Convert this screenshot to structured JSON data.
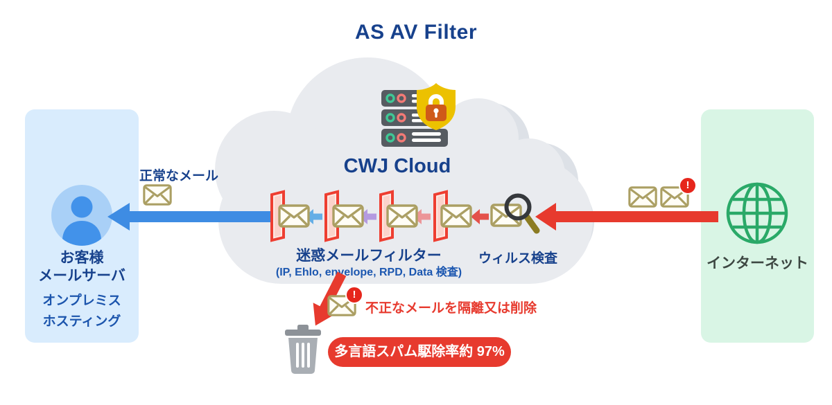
{
  "title": "AS AV Filter",
  "cloud": {
    "label": "CWJ Cloud"
  },
  "customer": {
    "name_line1": "お客様",
    "name_line2": "メールサーバ",
    "sub_line1": "オンプレミス",
    "sub_line2": "ホスティング"
  },
  "internet": {
    "label": "インターネット"
  },
  "flow": {
    "clean_mail": "正常なメール",
    "filter_title": "迷惑メールフィルター",
    "filter_detail": "(IP, Ehlo, envelope, RPD, Data 検査)",
    "virus_check": "ウィルス検査",
    "quarantine": "不正なメールを隔離又は削除",
    "spam_badge": "多言語スパム駆除率約 97%",
    "alert": "!"
  },
  "icons": {
    "server": "server-stack-icon",
    "shield": "shield-lock-icon",
    "person": "person-icon",
    "globe": "globe-icon",
    "envelope": "envelope-icon",
    "magnifier": "magnifier-icon",
    "trash": "trash-icon",
    "alert": "alert-exclamation-icon"
  },
  "colors": {
    "navy_text": "#17418c",
    "blue_text": "#1c55ad",
    "blue_arrow": "#3e8ce3",
    "red": "#e73a2e",
    "envelope_tan": "#ab9f63",
    "cloud_gray": "#e9ebef",
    "customer_box": "#d9ecfd",
    "internet_box": "#d9f5e5",
    "shield_yellow": "#ecc100",
    "lock_orange": "#cf5a19",
    "globe_green": "#2aa968",
    "arrow_sky": "#64aee6",
    "arrow_lavender": "#b49ae0",
    "arrow_pink": "#ec9598",
    "arrow_small_red": "#e4514b"
  }
}
